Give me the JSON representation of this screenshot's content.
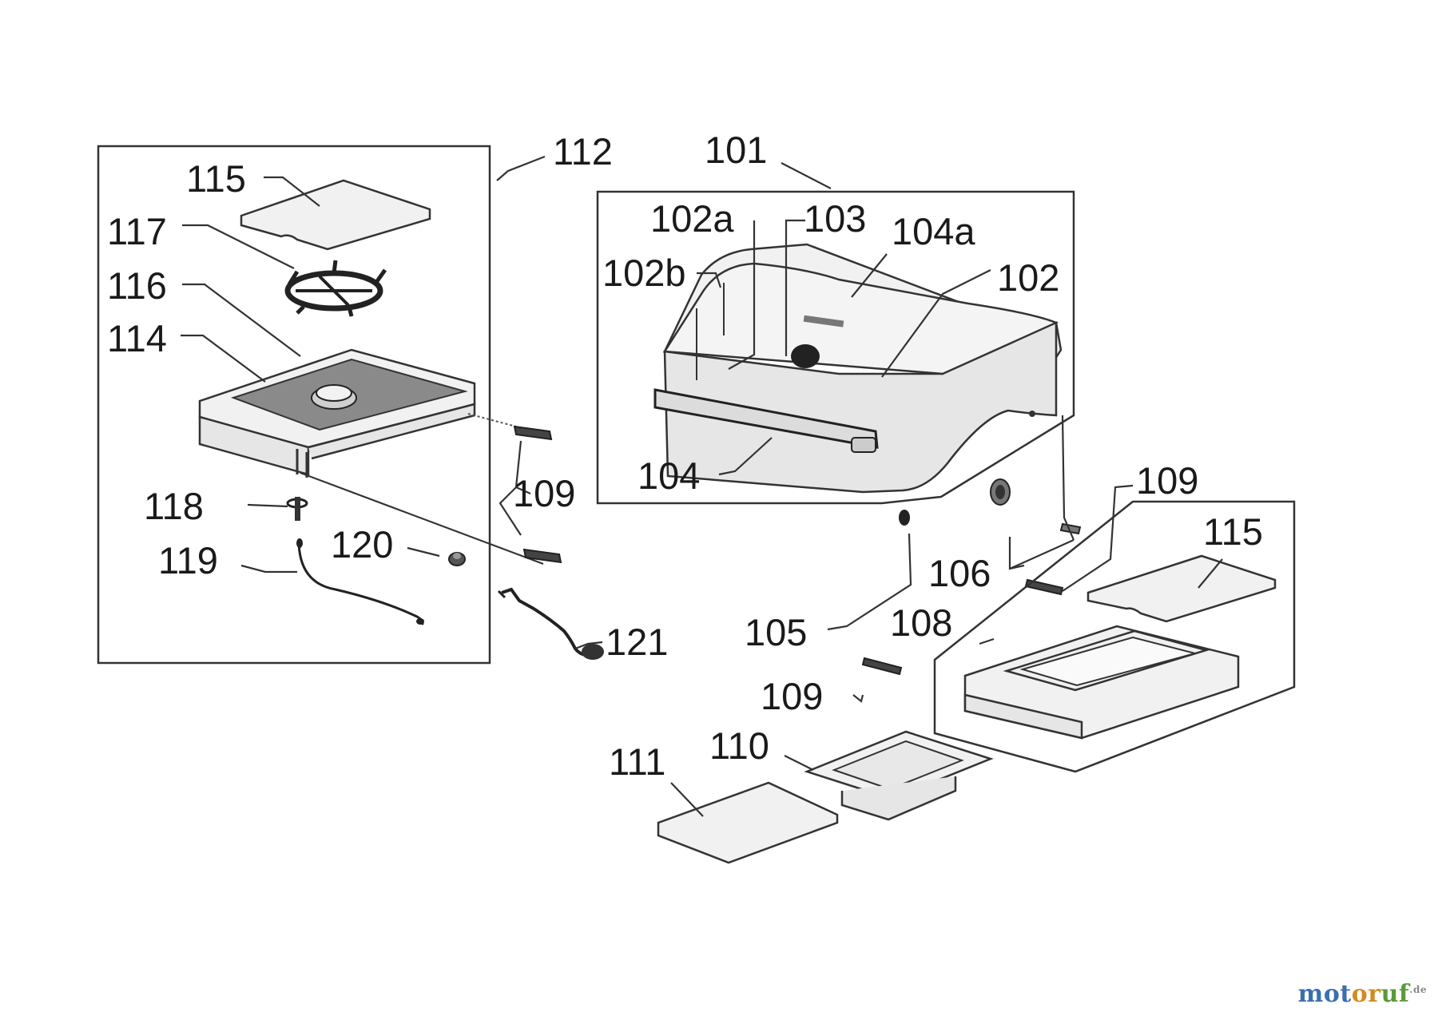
{
  "callouts": {
    "c101": "101",
    "c102": "102",
    "c102a": "102a",
    "c102b": "102b",
    "c103": "103",
    "c104": "104",
    "c104a": "104a",
    "c105": "105",
    "c106": "106",
    "c108": "108",
    "c109_left": "109",
    "c109_right": "109",
    "c109_bottom": "109",
    "c110": "110",
    "c111": "111",
    "c112": "112",
    "c114": "114",
    "c115_left": "115",
    "c115_right": "115",
    "c116": "116",
    "c117": "117",
    "c118": "118",
    "c119": "119",
    "c120": "120",
    "c121": "121"
  },
  "watermark": {
    "part1": "mot",
    "part2": "or",
    "part3": "uf",
    "tld": ".de"
  },
  "icons": [
    "burner-grate-icon",
    "knob-icon",
    "hose-icon",
    "tray-icon"
  ]
}
